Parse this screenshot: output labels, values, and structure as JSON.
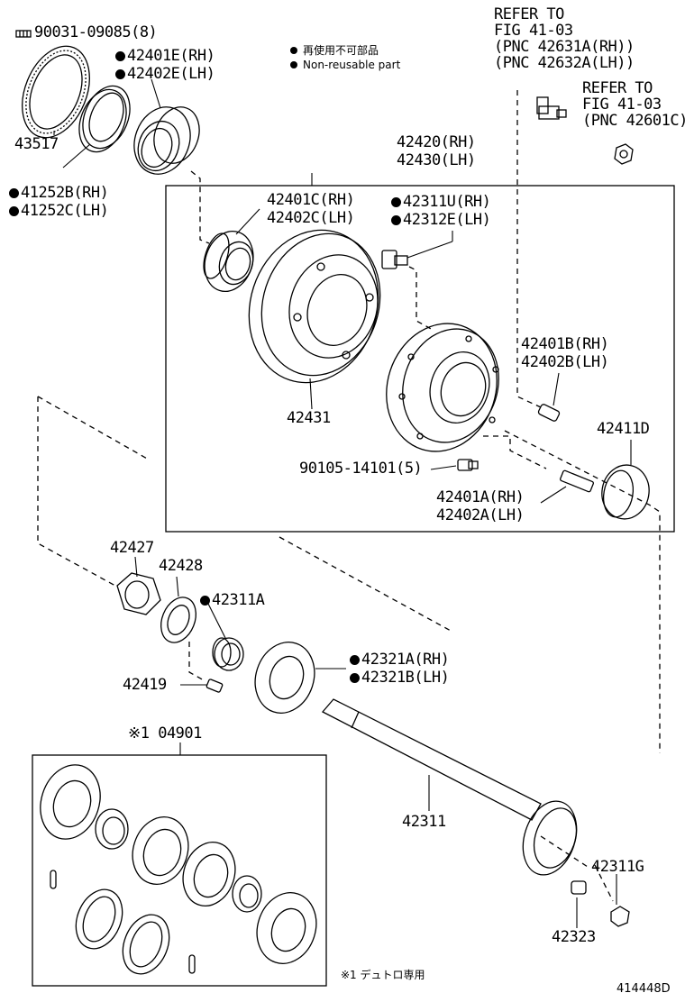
{
  "legend": {
    "line1": "再使用不可部品",
    "line2": "Non-reusable part"
  },
  "labels": {
    "p90031": "90031-09085(8)",
    "p42401E": "42401E(RH)",
    "p42402E": "42402E(LH)",
    "p43517": "43517",
    "p41252B": "41252B(RH)",
    "p41252C": "41252C(LH)",
    "refer1_a": "REFER TO",
    "refer1_b": "FIG 41-03",
    "refer1_c": "(PNC 42631A(RH))",
    "refer1_d": "(PNC 42632A(LH))",
    "refer2_a": "REFER TO",
    "refer2_b": "FIG 41-03",
    "refer2_c": "(PNC 42601C)",
    "p42420": "42420(RH)",
    "p42430": "42430(LH)",
    "p42401C": "42401C(RH)",
    "p42402C": "42402C(LH)",
    "p42311U": "42311U(RH)",
    "p42312E": "42312E(LH)",
    "p42401B": "42401B(RH)",
    "p42402B": "42402B(LH)",
    "p42431": "42431",
    "p42411D": "42411D",
    "p90105": "90105-14101(5)",
    "p42401A": "42401A(RH)",
    "p42402A": "42402A(LH)",
    "p42427": "42427",
    "p42428": "42428",
    "p42311A": "42311A",
    "p42321A": "42321A(RH)",
    "p42321B": "42321B(LH)",
    "p42419": "42419",
    "p04901": "※1 04901",
    "p42311": "42311",
    "p42311G": "42311G",
    "p42323": "42323",
    "note": "※1 デュトロ専用",
    "fig_id": "414448D"
  }
}
